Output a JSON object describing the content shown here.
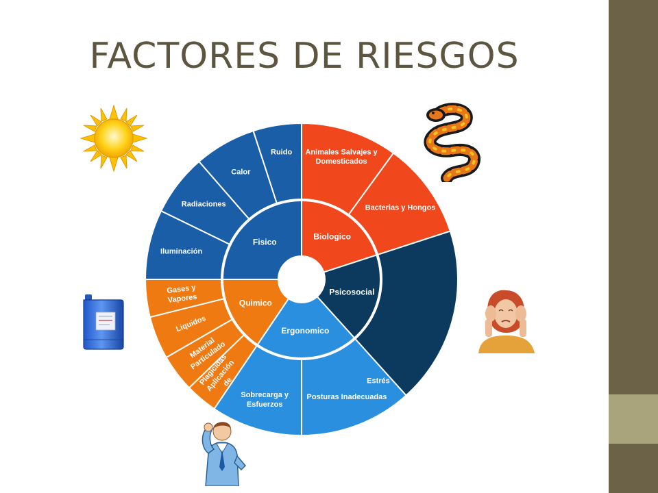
{
  "slide": {
    "title": "FACTORES DE RIESGOS"
  },
  "wheel": {
    "categories": [
      {
        "id": "fisico",
        "label": "Fisico",
        "color": "#1a5ea8",
        "items": [
          "Iluminación",
          "Radiaciones",
          "Calor",
          "Ruido"
        ]
      },
      {
        "id": "biologico",
        "label": "Biologico",
        "color": "#f1471d",
        "items": [
          "Animales Salvajes y Domesticados",
          "Bacterias y Hongos"
        ]
      },
      {
        "id": "psicosocial",
        "label": "Psicosocial",
        "color": "#0b3a5e",
        "items": [
          "Estrés"
        ]
      },
      {
        "id": "ergonomico",
        "label": "Ergonomico",
        "color": "#2b8fe0",
        "items": [
          "Posturas Inadecuadas",
          "Sobrecarga y Esfuerzos"
        ]
      },
      {
        "id": "quimico",
        "label": "Quimico",
        "color": "#f07a12",
        "items": [
          "Plagicidas Aplicación de",
          "Material Particulado",
          "Liquidos",
          "Gases y Vapores"
        ]
      }
    ]
  },
  "decorations": {
    "icons": [
      "sun-icon",
      "snake-icon",
      "chemical-container-icon",
      "stressed-woman-icon",
      "tired-man-icon"
    ]
  }
}
